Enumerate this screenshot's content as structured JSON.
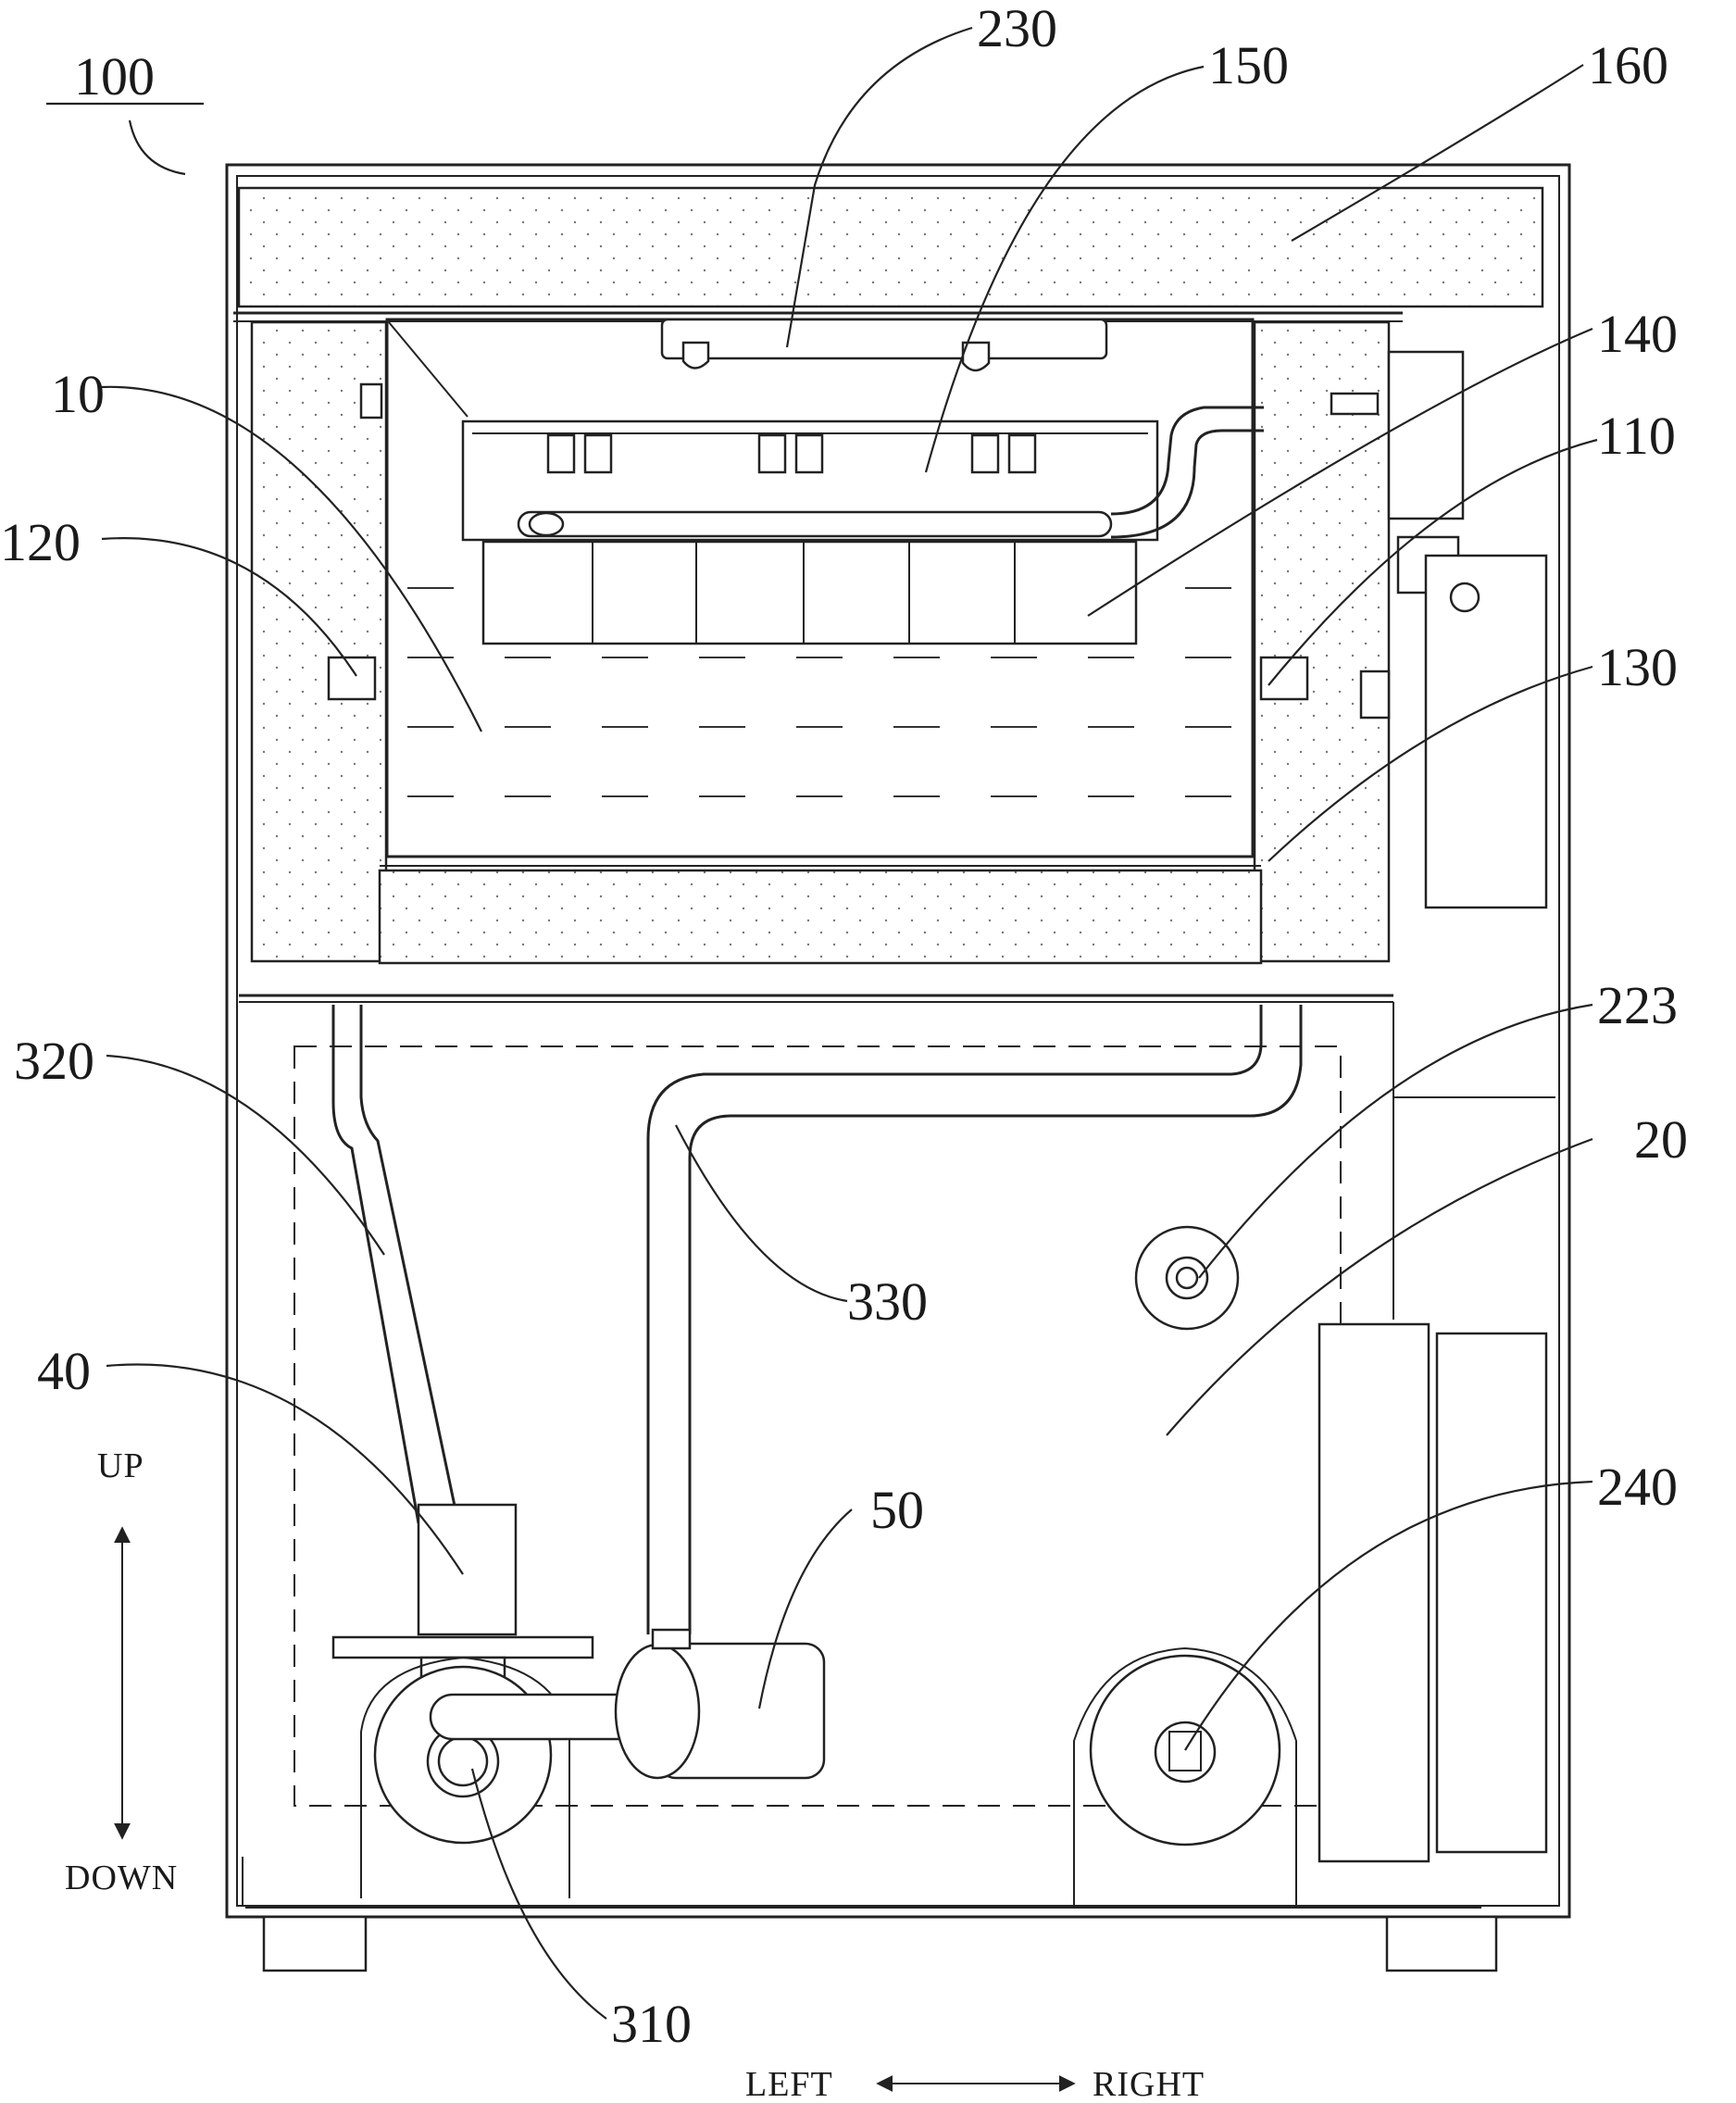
{
  "figure": {
    "main_reference": "100",
    "references": {
      "r230": "230",
      "r150": "150",
      "r160": "160",
      "r140": "140",
      "r10": "10",
      "r110": "110",
      "r120": "120",
      "r130": "130",
      "r223": "223",
      "r320": "320",
      "r20": "20",
      "r330": "330",
      "r40": "40",
      "r50": "50",
      "r240": "240",
      "r310": "310"
    },
    "directions": {
      "up": "UP",
      "down": "DOWN",
      "left": "LEFT",
      "right": "RIGHT"
    }
  }
}
